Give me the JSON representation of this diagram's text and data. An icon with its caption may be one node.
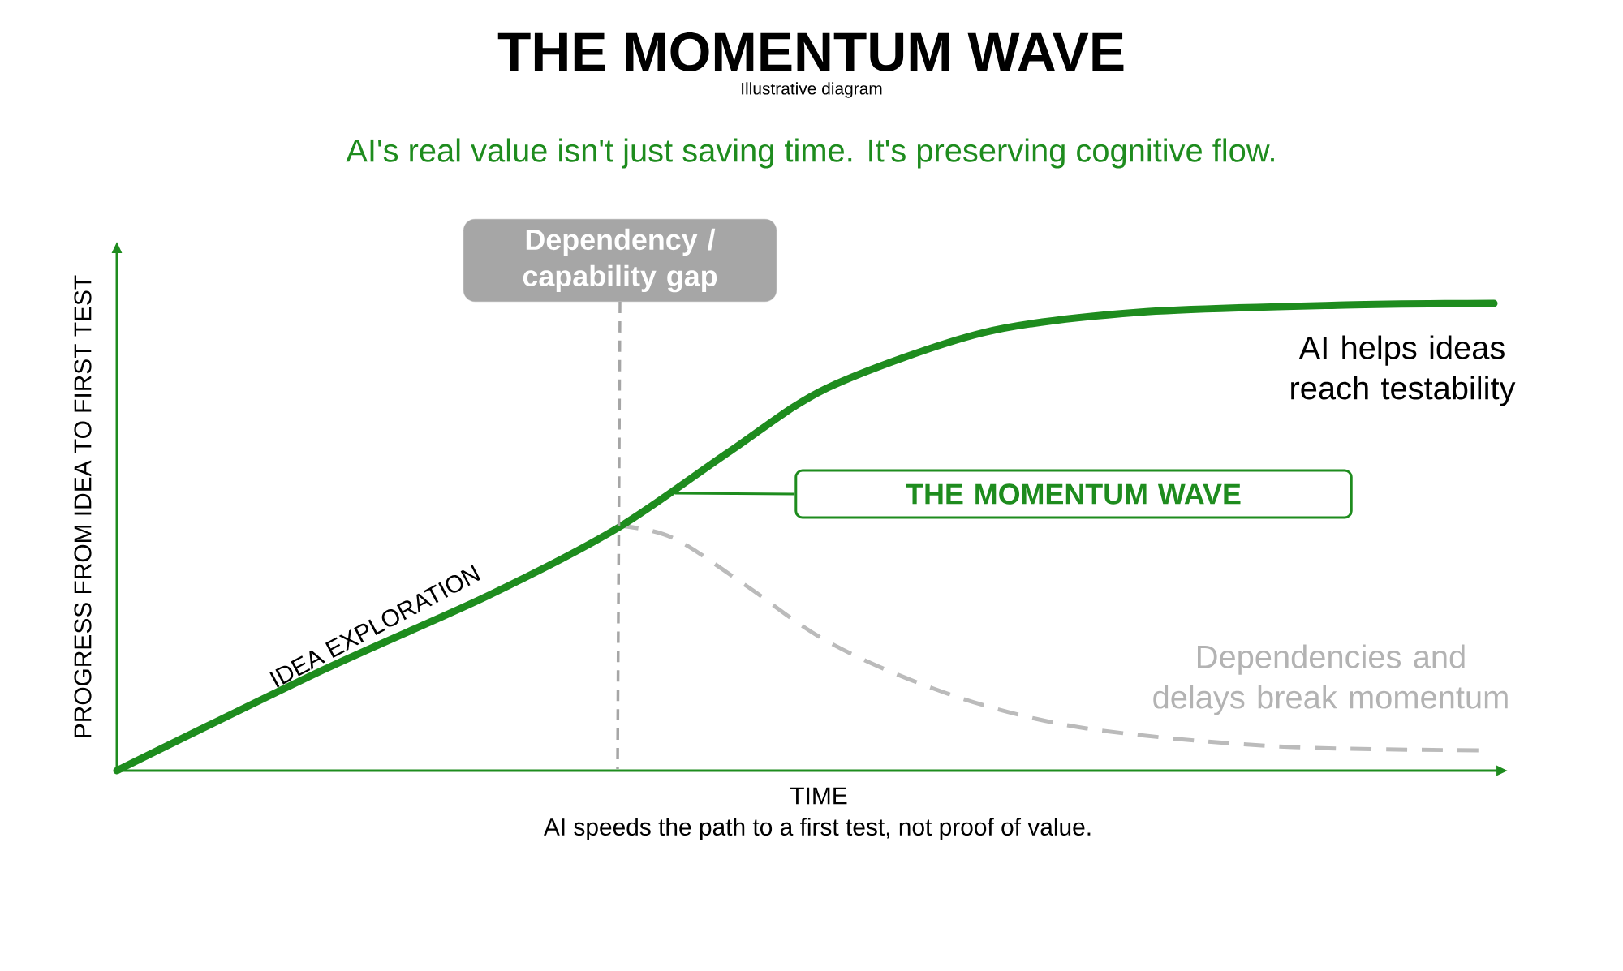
{
  "diagram": {
    "title": "THE MOMENTUM WAVE",
    "nodes": [
      {
        "text": [
          "Dependency / capability gap"
        ]
      },
      {
        "text": [
          "THE MOMENTUM WAVE"
        ]
      }
    ],
    "edges": [
      {
        "from": 0,
        "to": null,
        "arrow": "none",
        "style": "dashed",
        "color": "#a6a6a6"
      },
      {
        "from": 1,
        "to": null,
        "arrow": "none",
        "color": "#1e8c1e"
      }
    ],
    "labels": [
      "Illustrative diagram",
      "AI's real value isn't just saving time. It's preserving cognitive flow.",
      "PROGRESS FROM IDEA TO FIRST TEST",
      "AI helps ideas reach testability",
      "IDEA EXPLORATION",
      "Dependencies and delays break momentum",
      "TIME",
      "AI speeds the path to a first test, not proof of value."
    ]
  }
}
